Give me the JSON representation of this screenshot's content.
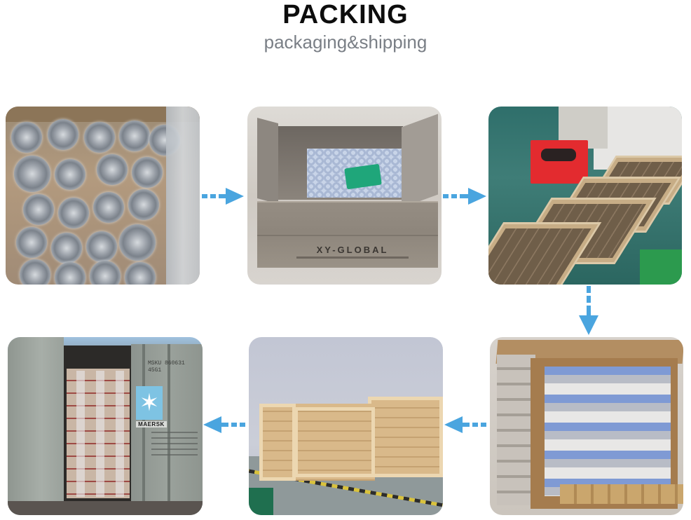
{
  "header": {
    "title": "PACKING",
    "subtitle": "packaging&shipping"
  },
  "colors": {
    "title": "#0d0d0d",
    "subtitle": "#7a7f86",
    "arrow": "#4aa5df",
    "background": "#ffffff"
  },
  "steps": [
    {
      "index": 1,
      "image": "bearings-in-bubble-wrap-photo"
    },
    {
      "index": 2,
      "image": "open-carton-with-bubble-wrap-photo",
      "carton_logo": "XY-GLOBAL"
    },
    {
      "index": 3,
      "image": "boxed-products-in-cartons-photo"
    },
    {
      "index": 4,
      "image": "palletized-cartons-photo"
    },
    {
      "index": 5,
      "image": "wooden-crates-photo"
    },
    {
      "index": 6,
      "image": "shipping-container-loaded-photo",
      "container_code": "MSKU 860631",
      "container_sub": "45G1",
      "container_brand": "MAERSK"
    }
  ],
  "arrows": [
    {
      "from": 1,
      "to": 2,
      "direction": "right"
    },
    {
      "from": 2,
      "to": 3,
      "direction": "right"
    },
    {
      "from": 3,
      "to": 4,
      "direction": "down"
    },
    {
      "from": 4,
      "to": 5,
      "direction": "left"
    },
    {
      "from": 5,
      "to": 6,
      "direction": "left"
    }
  ]
}
